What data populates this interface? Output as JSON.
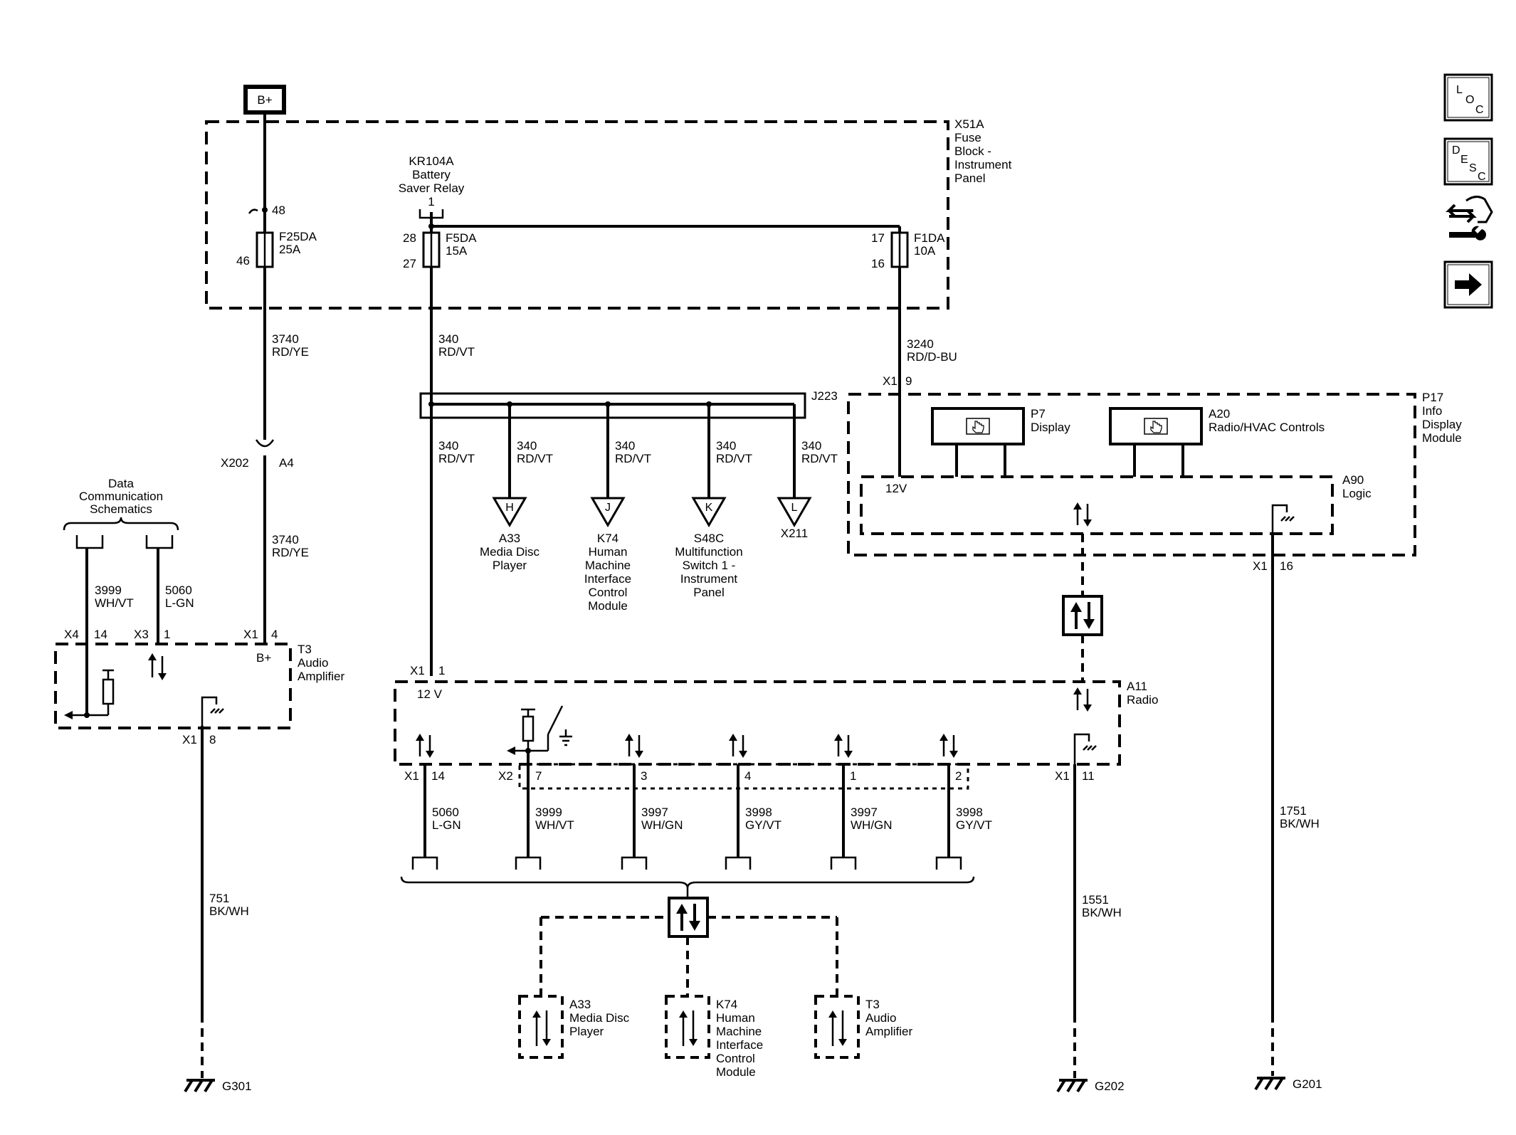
{
  "power": {
    "label": "B+"
  },
  "fuse_block": {
    "name": "X51A",
    "desc": [
      "Fuse",
      "Block -",
      "Instrument",
      "Panel"
    ]
  },
  "fuse_a": {
    "pin_top": "48",
    "pin_bot": "46",
    "name": "F25DA",
    "rating": "25A"
  },
  "relay": {
    "lines": [
      "KR104A",
      "Battery",
      "Saver Relay"
    ],
    "pin": "1"
  },
  "fuse_b": {
    "pin_top": "28",
    "pin_bot": "27",
    "name": "F5DA",
    "rating": "15A"
  },
  "fuse_c": {
    "pin_top": "17",
    "pin_bot": "16",
    "name": "F1DA",
    "rating": "10A"
  },
  "wire_3740_top": {
    "num": "3740",
    "color": "RD/YE"
  },
  "wire_340_main": {
    "num": "340",
    "color": "RD/VT"
  },
  "wire_3240": {
    "num": "3240",
    "color": "RD/D-BU"
  },
  "x202": {
    "conn": "X202",
    "pin": "A4"
  },
  "wire_3740_bot": {
    "num": "3740",
    "color": "RD/YE"
  },
  "splice": {
    "name": "J223"
  },
  "branch_wire": {
    "num": "340",
    "color": "RD/VT"
  },
  "branches": [
    {
      "letter": "H",
      "lines": [
        "A33",
        "Media Disc",
        "Player"
      ]
    },
    {
      "letter": "J",
      "lines": [
        "K74",
        "Human",
        "Machine",
        "Interface",
        "Control",
        "Module"
      ]
    },
    {
      "letter": "K",
      "lines": [
        "S48C",
        "Multifunction",
        "Switch 1 -",
        "Instrument",
        "Panel"
      ]
    },
    {
      "letter": "L",
      "lines": [
        "X211"
      ]
    }
  ],
  "data_comm": {
    "lines": [
      "Data",
      "Communication",
      "Schematics"
    ]
  },
  "wire_3999_top": {
    "num": "3999",
    "color": "WH/VT"
  },
  "wire_5060_top": {
    "num": "5060",
    "color": "L-GN"
  },
  "amp": {
    "name": "T3",
    "desc": [
      "Audio",
      "Amplifier"
    ],
    "bplus": "B+",
    "pins": {
      "x4": "X4",
      "p14": "14",
      "x3": "X3",
      "p1": "1",
      "x1": "X1",
      "p4": "4",
      "x1b": "X1",
      "p8": "8"
    }
  },
  "ipc": {
    "name": "P17",
    "desc": [
      "Info",
      "Display",
      "Module"
    ],
    "x1": "X1",
    "pin_in": "9",
    "pin_gnd": "16"
  },
  "display": {
    "name": "P7",
    "desc": "Display"
  },
  "hvac": {
    "name": "A20",
    "desc": "Radio/HVAC Controls"
  },
  "logic": {
    "name": "A90",
    "desc": "Logic",
    "v12": "12V"
  },
  "radio": {
    "name": "A11",
    "desc": "Radio",
    "v12": "12 V",
    "pins": {
      "x1": "X1",
      "p1": "1",
      "x1b": "X1",
      "p14": "14",
      "x2": "X2",
      "p7": "7",
      "p3": "3",
      "p4": "4",
      "p1b": "1",
      "p2": "2",
      "x1c": "X1",
      "p11": "11"
    }
  },
  "radio_wires": [
    {
      "num": "5060",
      "color": "L-GN"
    },
    {
      "num": "3999",
      "color": "WH/VT"
    },
    {
      "num": "3997",
      "color": "WH/GN"
    },
    {
      "num": "3998",
      "color": "GY/VT"
    },
    {
      "num": "3997",
      "color": "WH/GN"
    },
    {
      "num": "3998",
      "color": "GY/VT"
    }
  ],
  "gnd_wires": [
    {
      "num": "751",
      "color": "BK/WH"
    },
    {
      "num": "1551",
      "color": "BK/WH"
    },
    {
      "num": "1751",
      "color": "BK/WH"
    }
  ],
  "grounds": [
    "G301",
    "G202",
    "G201"
  ],
  "bus_modules": [
    {
      "lines": [
        "A33",
        "Media Disc",
        "Player"
      ]
    },
    {
      "lines": [
        "K74",
        "Human",
        "Machine",
        "Interface",
        "Control",
        "Module"
      ]
    },
    {
      "lines": [
        "T3",
        "Audio",
        "Amplifier"
      ]
    }
  ],
  "nav": {
    "loc": [
      "L",
      "O",
      "C"
    ],
    "desc": [
      "D",
      "E",
      "S",
      "C"
    ]
  }
}
